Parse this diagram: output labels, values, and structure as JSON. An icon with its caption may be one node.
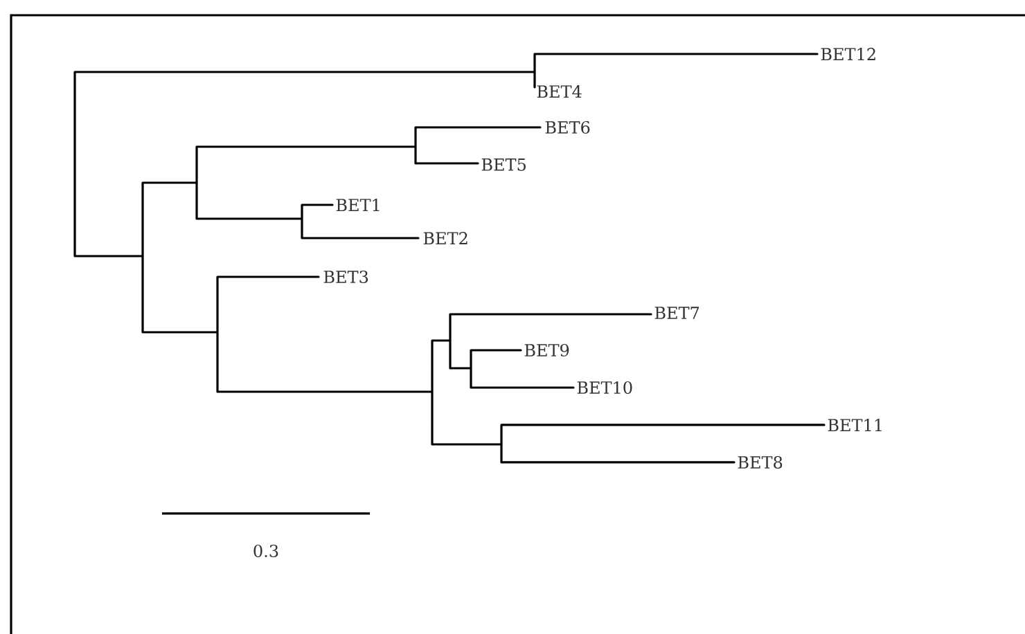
{
  "diagram": {
    "labels": [
      "BET12",
      "BET4",
      "BET6",
      "BET5",
      "BET1",
      "BET2",
      "BET3",
      "BET7",
      "BET9",
      "BET10",
      "BET11",
      "BET8",
      "0.3"
    ]
  }
}
